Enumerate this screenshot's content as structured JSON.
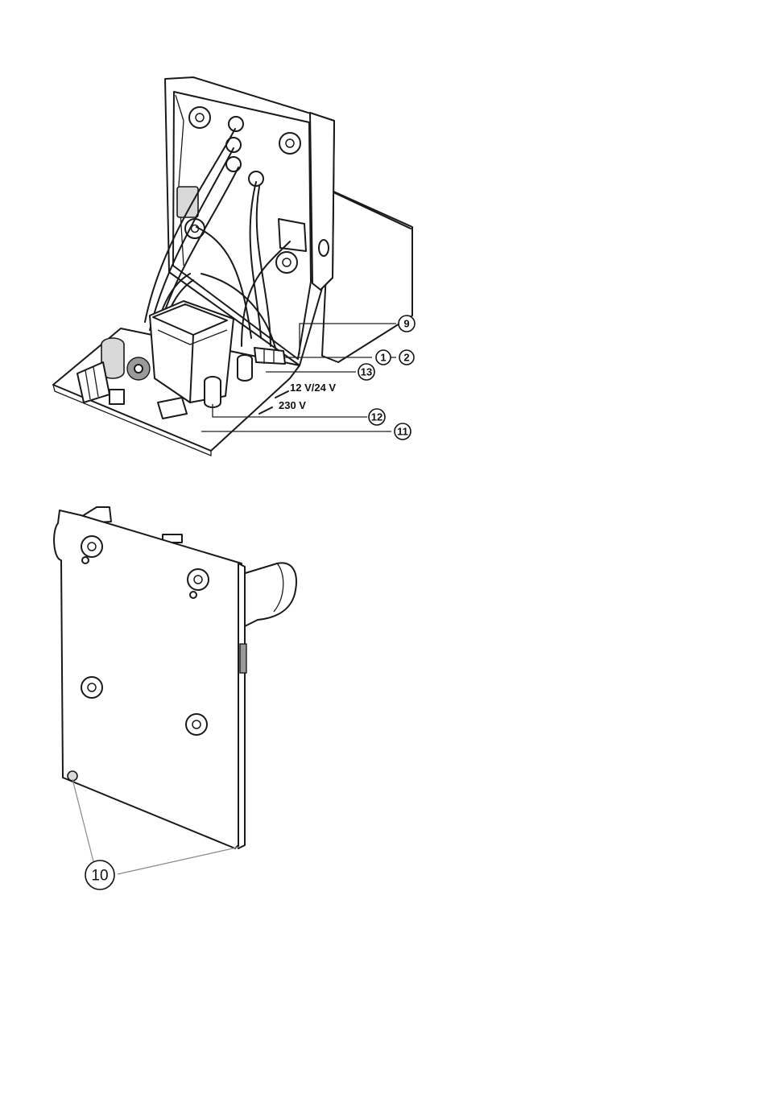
{
  "figure_top": {
    "callouts": {
      "c9": "9",
      "c1": "1",
      "c2": "2",
      "c13": "13",
      "c12": "12",
      "c11": "11"
    },
    "voltage_12_24": "12 V/24 V",
    "voltage_230": "230 V"
  },
  "figure_bottom": {
    "callouts": {
      "c10": "10"
    }
  }
}
